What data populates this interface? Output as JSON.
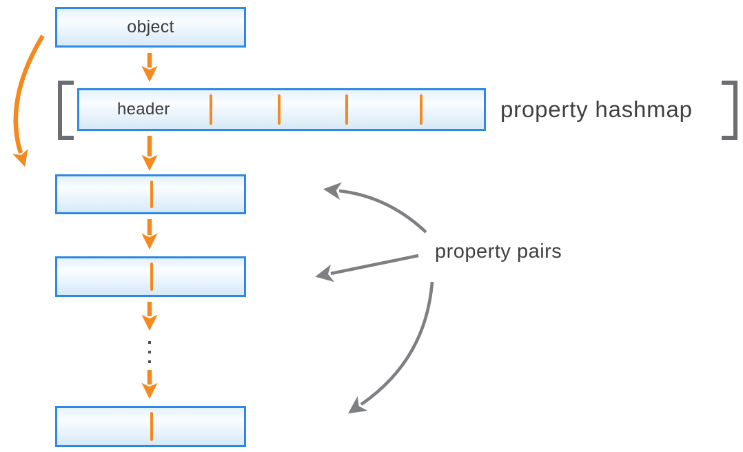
{
  "diagram": {
    "labels": {
      "object": "object",
      "header": "header",
      "hashmap": "property hashmap",
      "pairs": "property pairs"
    },
    "structure": {
      "hashmap_slots": 5,
      "property_pair_boxes": 3,
      "ellipsis_dots": 3
    },
    "colors": {
      "box_border_blue": "#2e89e5",
      "box_fill_top": "#e4f1fb",
      "box_fill_bottom": "#d7e9f8",
      "arrow_orange": "#f6891e",
      "arrow_gray": "#7d7f82",
      "bracket_gray": "#6b6d70",
      "text_dark": "#3b3b3c"
    }
  }
}
